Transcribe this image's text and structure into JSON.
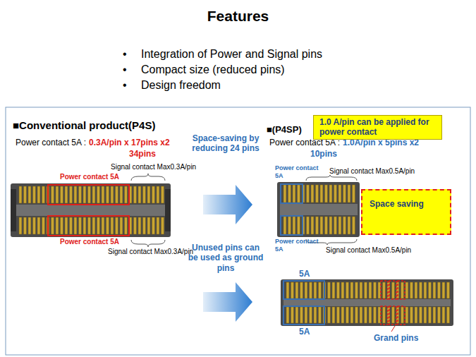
{
  "diagram": {
    "title": "Features",
    "nodes": [
      {
        "text": [
          "1.0 A/pin can be applied for power contact"
        ]
      },
      {
        "text": [
          "Space saving"
        ]
      }
    ],
    "labels": [
      "•",
      "Integration of Power and Signal pins",
      "•",
      "Compact size (reduced pins)",
      "•",
      "Design freedom",
      "■Conventional product(P4S)",
      "Power contact 5A :",
      "0.3A/pin x 17pins x2",
      "34pins",
      "Signal contact Max0.3A/pin",
      "Power contact 5A",
      "Power contact 5A",
      "Signal contact Max0.3A/pin",
      "Space-saving by reducing 24 pins",
      "Unused pins can be used as ground pins",
      "■(P4SP)",
      "Power contact 5A :",
      "1.0A/pin x 5pins x2",
      "10pins",
      "Power contact 5A",
      "Signal contact Max0.5A/pin",
      "Power contact 5A",
      "Signal contact Max0.5A/pin",
      "5A",
      "5A",
      "Grand pins"
    ]
  }
}
